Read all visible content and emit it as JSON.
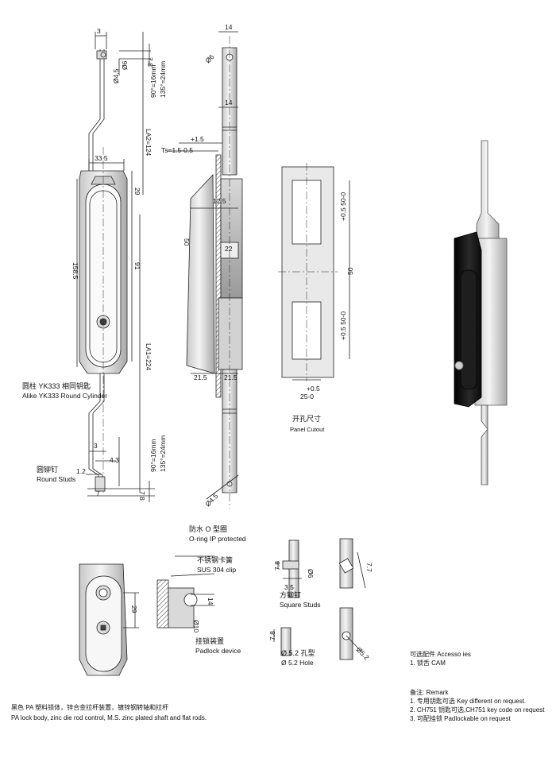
{
  "front_view": {
    "dims": {
      "top_offset": "3",
      "top_height": "7.8",
      "hole_d": "Ø6",
      "pin_d": "Ø4.5",
      "angle_135": "135°=24mm",
      "angle_90": "90°=16mm",
      "la2": "LA2=124",
      "width": "33.5",
      "body_height": "158.5",
      "dim_29": "29",
      "dim_91": "91",
      "la1": "LA1=224",
      "bottom_offset": "3",
      "bottom_43": "4.3",
      "bottom_12": "1.2",
      "bottom_7": "7",
      "bottom_78": "7.8",
      "angle_135_b": "135°=24mm",
      "angle_90_b": "90°=16mm"
    },
    "cylinder_label_cn": "圆柱 YK333 相同钥匙",
    "cylinder_label_en": "Alike YK333 Round Cylinder",
    "studs_label_cn": "圆铆钉",
    "studs_label_en": "Round Studs"
  },
  "side_view": {
    "dims": {
      "top_width": "14",
      "hole": "Ø6",
      "mid_width": "14",
      "plus15": "+1.5",
      "ts": "Ts=1.5-0.5",
      "dim_125": "12.5",
      "dim_50": "50",
      "dim_22": "22",
      "dim_215a": "21.5",
      "dim_215b": "21.5",
      "bottom_hole": "Ø4.5"
    }
  },
  "panel_cutout": {
    "dims": {
      "upper": "+0.5\n50-0",
      "middle": "50",
      "lower": "+0.5\n50-0",
      "width_tol": "+0.5",
      "width": "25-0"
    },
    "label_cn": "开孔尺寸",
    "label_en": "Panel Cutout"
  },
  "details": {
    "oring_cn": "防水 O 型圈",
    "oring_en": "O-ring IP protected",
    "clip_cn": "不锈钢卡簧",
    "clip_en": "SUS 304 clip",
    "padlock_cn": "挂锁装置",
    "padlock_en": "Padlock device",
    "dim_29": "29",
    "dim_14": "14",
    "dim_phi10": "Ø10",
    "square_cn": "方铆钉",
    "square_en": "Square Studs",
    "dim_78": "7.8",
    "dim_phi6": "Ø6",
    "dim_35": "3.5",
    "dim_77": "7.7",
    "dim_78b": "7.8",
    "hole_cn": "Ø 5.2 孔型",
    "hole_en": "Ø 5.2 Hole",
    "dim_phi52": "Ø5.2"
  },
  "accessories": {
    "title": "可选配件 Accesso ies",
    "item1": "1. 锁舌    CAM"
  },
  "remarks": {
    "title": "备注: Remark",
    "item1": "1. 专用钥匙可选 Key different on request.",
    "item2": "2. CH751 钥匙可选,CH751 key code on request",
    "item3": "3. 可配挂锁    Padlockable on request"
  },
  "footer": {
    "line_cn": "黑色 PA 塑料锁体，锌合金拉杆装置，镀锌钢转轴和拉杆",
    "line_en": "PA lock body, zinc die rod control, M.S. zinc plated shaft and flat rods."
  },
  "colors": {
    "line": "#222222",
    "metal_light": "#e6e6e6",
    "metal_mid": "#bdbdbd",
    "metal_dark": "#8a8a8a",
    "handle_black": "#151515"
  }
}
